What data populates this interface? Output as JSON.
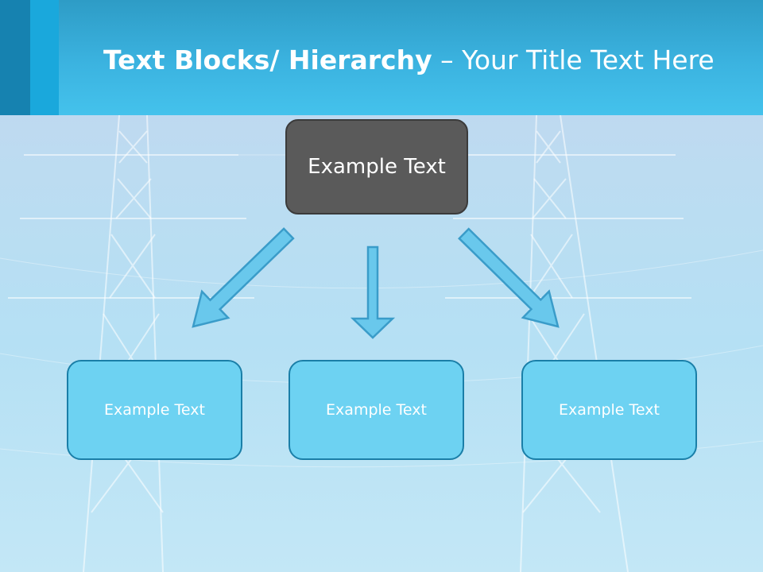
{
  "slide": {
    "title_bold": "Text Blocks/ Hierarchy",
    "title_rest": " – Your Title Text Here"
  },
  "hierarchy": {
    "root": {
      "label": "Example Text"
    },
    "children": [
      {
        "label": "Example Text"
      },
      {
        "label": "Example Text"
      },
      {
        "label": "Example Text"
      }
    ]
  },
  "colors": {
    "header": "#3bb3e0",
    "root_box": "#5a5a5a",
    "child_box": "#6dd2f2",
    "child_border": "#1a7fa8",
    "arrow_fill": "#69c8ec",
    "arrow_stroke": "#3a9cc9"
  }
}
